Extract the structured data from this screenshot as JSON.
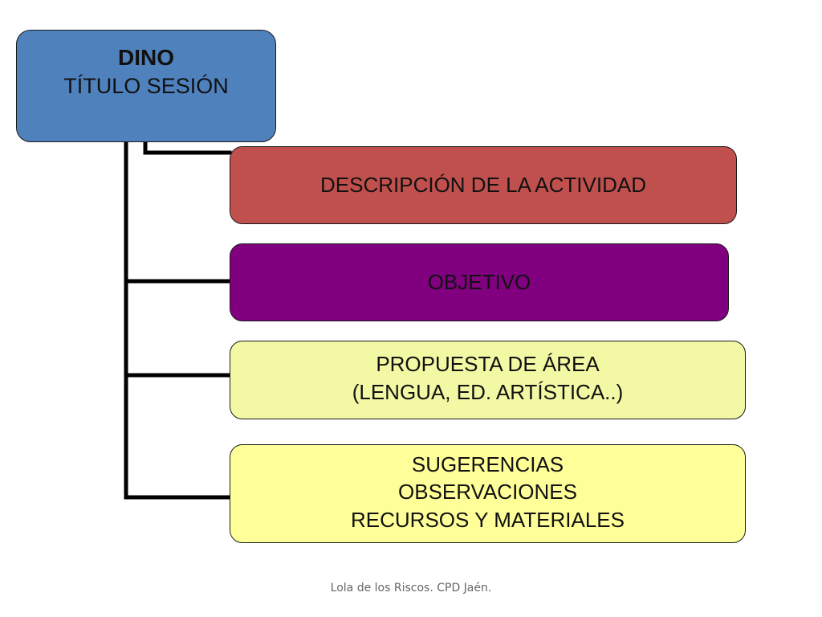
{
  "diagram": {
    "root": {
      "title": "DINO",
      "subtitle": "TÍTULO SESIÓN",
      "color": "#4f81bd"
    },
    "children": [
      {
        "lines": [
          "DESCRIPCIÓN DE LA ACTIVIDAD"
        ],
        "color": "#c0504d"
      },
      {
        "lines": [
          "OBJETIVO"
        ],
        "color": "#800080"
      },
      {
        "lines": [
          "PROPUESTA DE ÁREA",
          "(LENGUA, ED. ARTÍSTICA..)"
        ],
        "color": "#f3f8a4"
      },
      {
        "lines": [
          "SUGERENCIAS",
          "OBSERVACIONES",
          "RECURSOS Y MATERIALES"
        ],
        "color": "#ffff99"
      }
    ],
    "connector_color": "#000000"
  },
  "footer": {
    "text": "Lola de los Riscos. CPD Jaén."
  }
}
